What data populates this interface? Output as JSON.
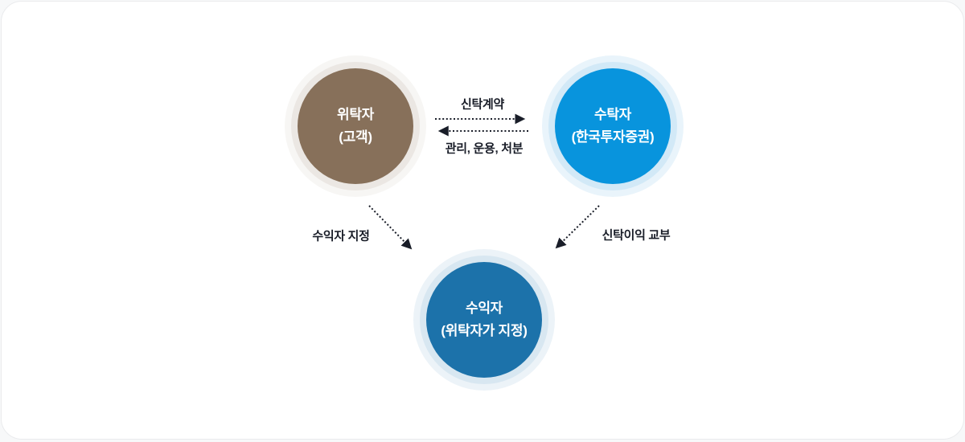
{
  "page": {
    "background": "#f7f8f9",
    "card_background": "#ffffff",
    "card_border": "#eaebed"
  },
  "diagram": {
    "arrow_color": "#191d28",
    "label_color": "#191d28",
    "nodes": {
      "truster": {
        "line1": "위탁자",
        "line2": "(고객)",
        "color": "#87705a",
        "ring_inner": "#ebe7e3",
        "ring_outer": "#f7f6f4"
      },
      "trustee": {
        "line1": "수탁자",
        "line2": "(한국투자증권)",
        "color": "#0894dd",
        "ring_inner": "#d2e9f7",
        "ring_outer": "#e9f4fb"
      },
      "beneficiary": {
        "line1": "수익자",
        "line2": "(위탁자가 지정)",
        "color": "#1c72aa",
        "ring_inner": "#d8e7f1",
        "ring_outer": "#ecf3f8"
      }
    },
    "edges": {
      "contract": {
        "label": "신탁계약"
      },
      "manage": {
        "label": "관리, 운용, 처분"
      },
      "designate": {
        "label": "수익자 지정"
      },
      "profit": {
        "label": "신탁이익 교부"
      }
    }
  }
}
